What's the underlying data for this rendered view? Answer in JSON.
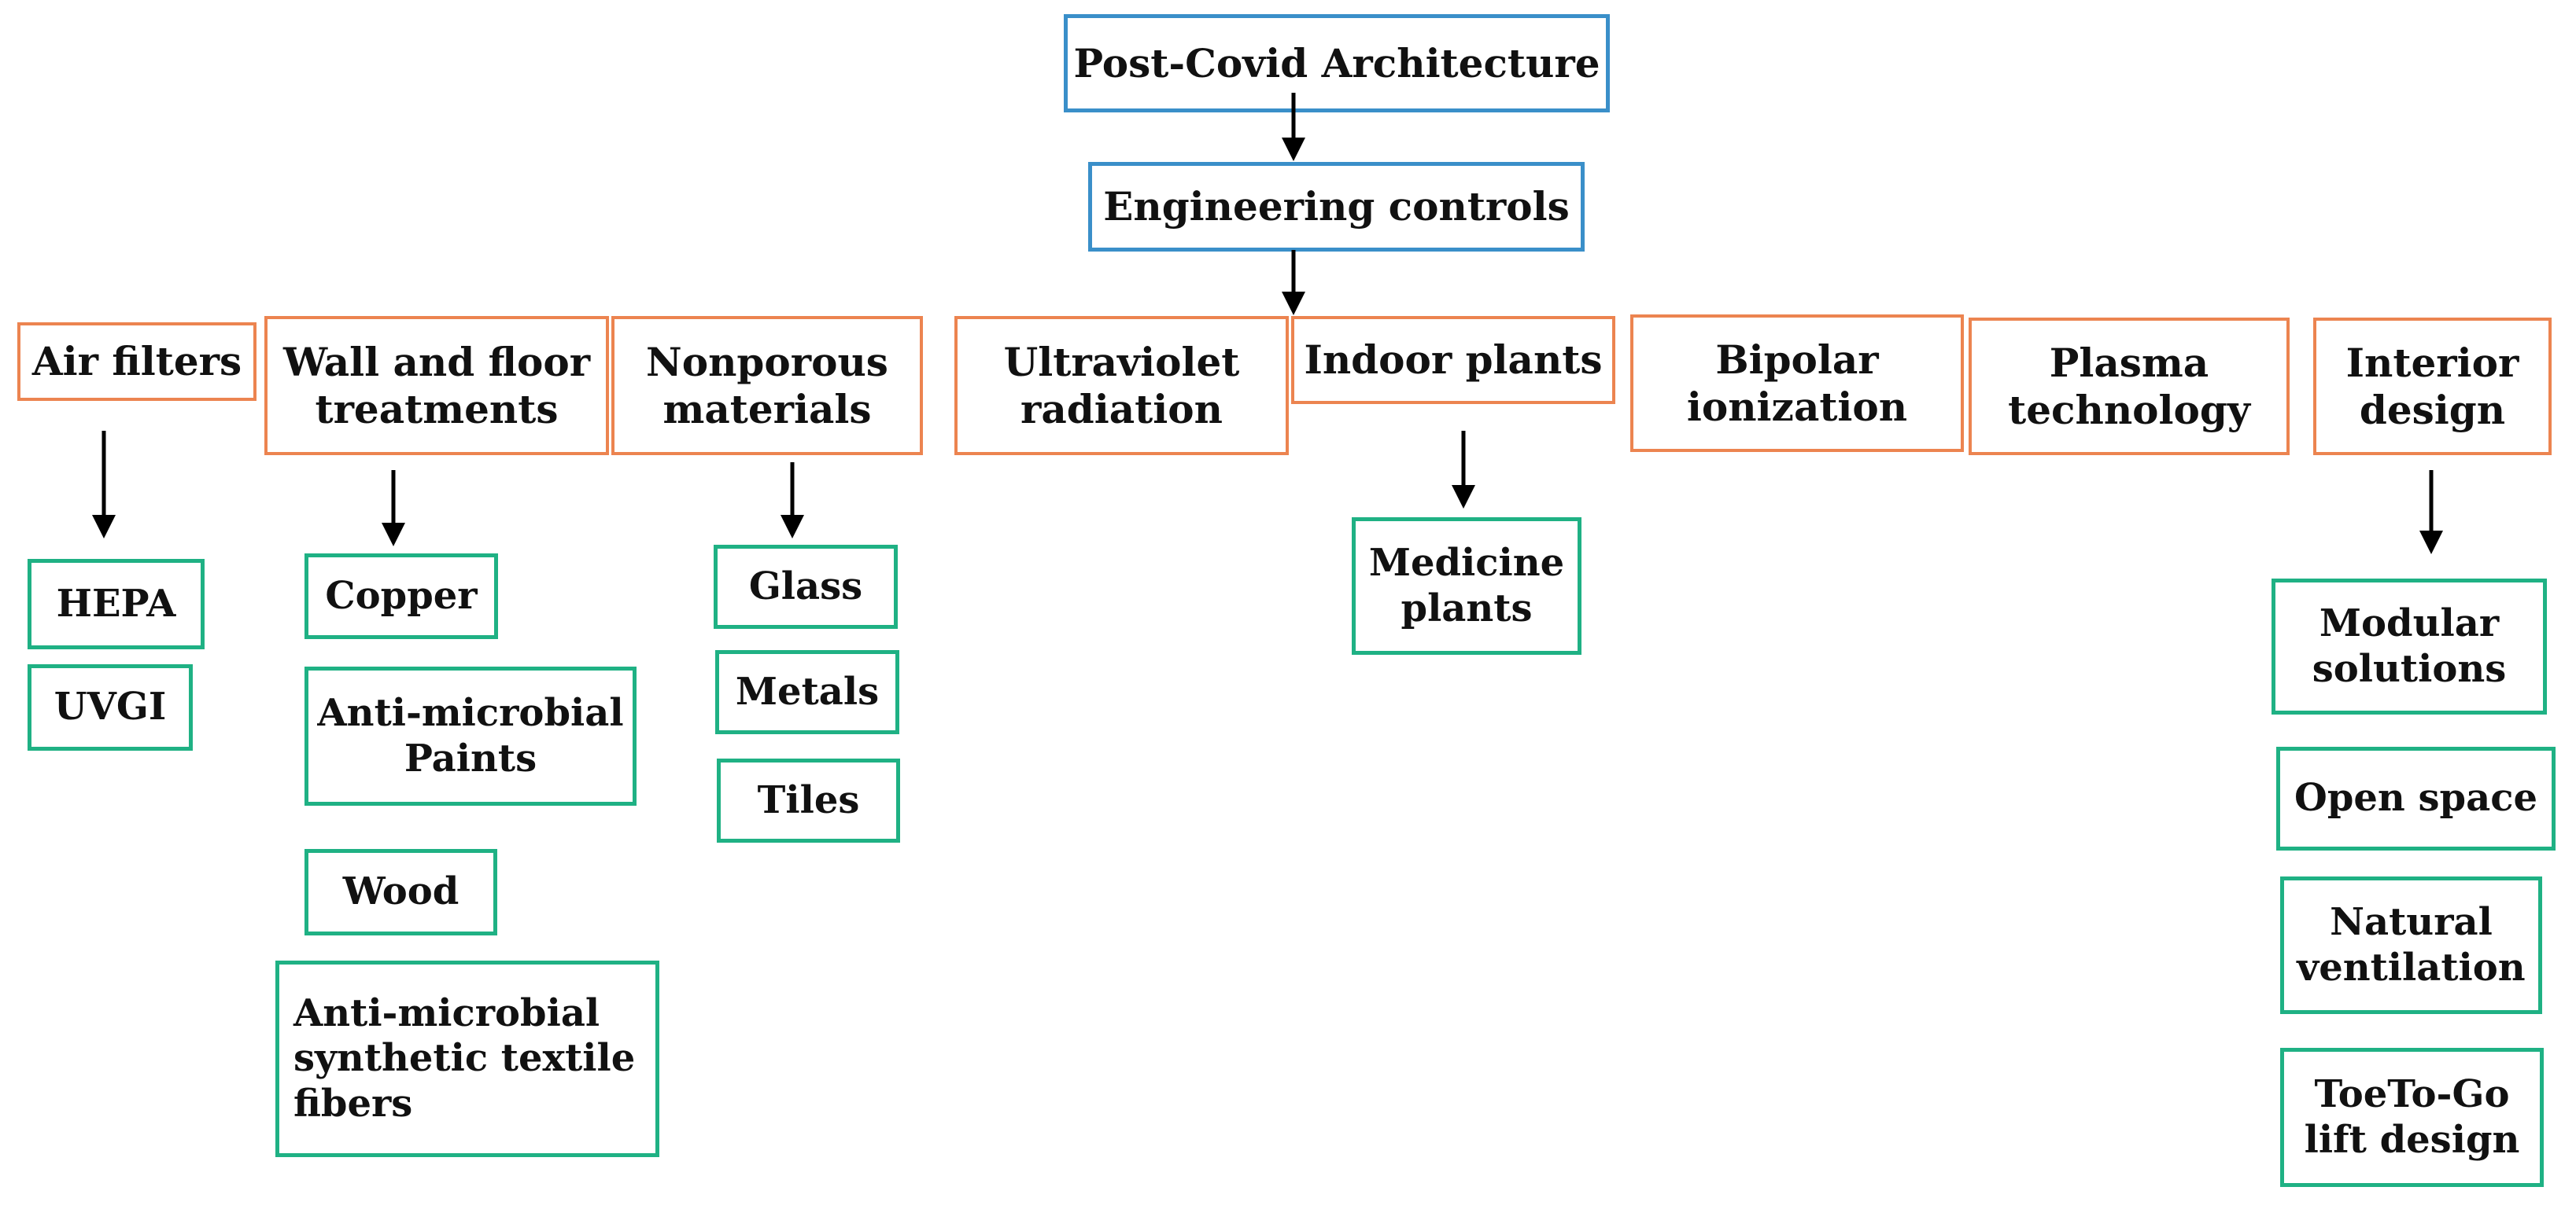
{
  "diagram": {
    "root": "Post-Covid Architecture",
    "engineering": "Engineering controls",
    "categories": {
      "air_filters": [
        "Air filters"
      ],
      "wall_floor": [
        "Wall and floor",
        "treatments"
      ],
      "nonporous": [
        "Nonporous",
        "materials"
      ],
      "ultraviolet": [
        "Ultraviolet",
        "radiation"
      ],
      "indoor_plants": [
        "Indoor plants"
      ],
      "bipolar": [
        "Bipolar",
        "ionization"
      ],
      "plasma": [
        "Plasma",
        "technology"
      ],
      "interior": [
        "Interior",
        "design"
      ]
    },
    "items": {
      "hepa": [
        "HEPA"
      ],
      "uvgi": [
        "UVGI"
      ],
      "copper": [
        "Copper"
      ],
      "paints": [
        "Anti-microbial",
        "Paints"
      ],
      "wood": [
        "Wood"
      ],
      "textile": [
        "Anti-microbial",
        "synthetic textile",
        "fibers"
      ],
      "glass": [
        "Glass"
      ],
      "metals": [
        "Metals"
      ],
      "tiles": [
        "Tiles"
      ],
      "medicine": [
        "Medicine",
        "plants"
      ],
      "modular": [
        "Modular",
        "solutions"
      ],
      "open_space": [
        "Open space"
      ],
      "natural_vent": [
        "Natural",
        "ventilation"
      ],
      "toetogo": [
        "ToeTo-Go",
        "lift design"
      ]
    },
    "colors": {
      "top_border": "#3a8fc9",
      "category_border": "#ec8450",
      "item_border": "#1fb184",
      "arrow": "#000000"
    }
  }
}
